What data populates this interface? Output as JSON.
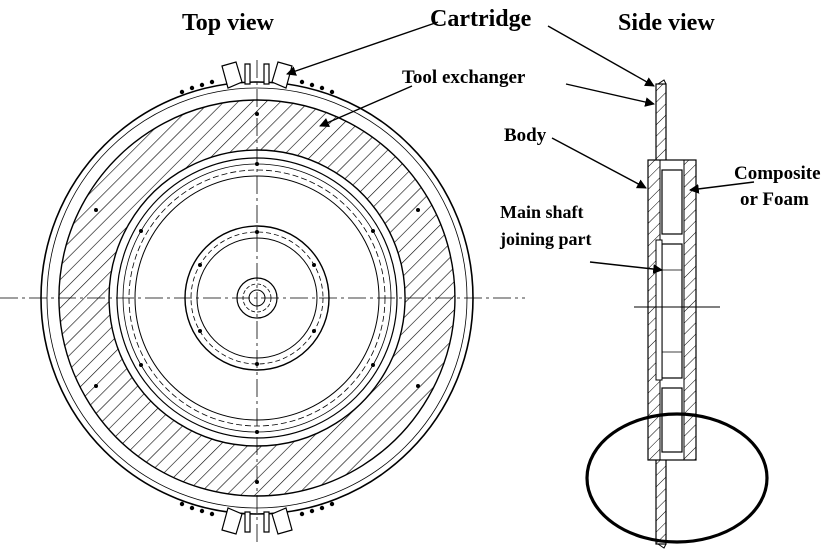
{
  "labels": {
    "top_view": "Top view",
    "side_view": "Side view",
    "cartridge": "Cartridge",
    "tool_exchanger": "Tool exchanger",
    "body": "Body",
    "composite_line1": "Composite",
    "composite_line2": "or Foam",
    "shaft_line1": "Main shaft",
    "shaft_line2": "joining part"
  },
  "colors": {
    "line": "#000000",
    "background": "#ffffff"
  }
}
